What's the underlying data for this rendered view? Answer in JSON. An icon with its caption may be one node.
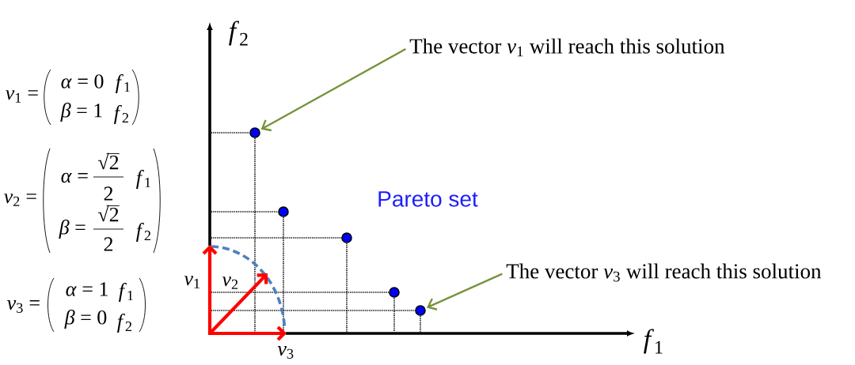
{
  "diagram": {
    "nodes": [
      {
        "text": [
          "The vector *v*$_{1}$ will reach this solution"
        ]
      },
      {
        "text": [],
        "shape": "circle"
      },
      {
        "text": [],
        "shape": "circle"
      },
      {
        "text": [],
        "shape": "circle"
      },
      {
        "text": [],
        "shape": "circle"
      },
      {
        "text": [],
        "shape": "circle"
      },
      {
        "text": [
          "The vector *v*$_{3}$ will reach this solution"
        ]
      }
    ],
    "edges": [
      {
        "from": 0,
        "to": 1,
        "arrow": "to"
      },
      {
        "from": 6,
        "to": 5,
        "arrow": "to"
      }
    ],
    "labels": [
      "*f*$_{2}$",
      "*v*$_{1}$ =",
      "*α* = 0",
      "*f*$_{1}$",
      "*β* = 1",
      "*f*$_{2}$",
      "*v*$_{2}$ =",
      "*α* =",
      "√2",
      "2",
      "*f*$_{1}$",
      "*β* =",
      "√2",
      "2",
      "*f*$_{2}$",
      "Pareto set",
      "*v*$_{3}$ =",
      "*α* = 1",
      "*f*$_{1}$",
      "*β* = 0",
      "*f*$_{2}$",
      "*v*$_{1}$",
      "*v*$_{2}$",
      "*v*$_{3}$",
      "*f*$_{1}$"
    ]
  }
}
